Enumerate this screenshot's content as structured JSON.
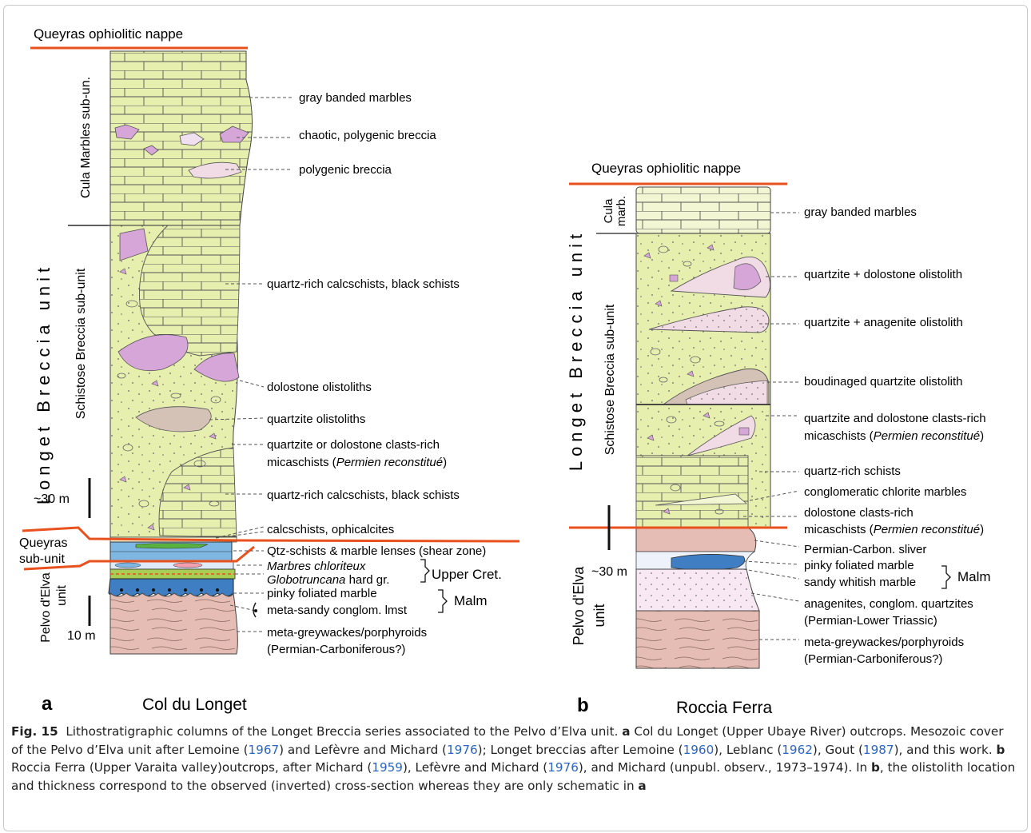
{
  "colors": {
    "schist_green": "#e6efae",
    "marble_pale": "#f3f6d2",
    "dolostone_purple": "#d7a6d9",
    "quartzite_pink": "#f1dbe4",
    "quartzite_grey": "#d5c2b6",
    "permian_pink": "#e6bdb5",
    "anagenite_pink": "#f7e8f3",
    "marble_blue": "#7fb7e3",
    "malm_blue": "#3f7ec3",
    "contact_orange": "#e8501e"
  },
  "column_a": {
    "panel_letter": "a",
    "locality": "Col du Longet",
    "top_label": "Queyras ophiolitic nappe",
    "unit_label": "Longet Breccia unit",
    "subunit_upper": "Cula Marbles sub-un.",
    "subunit_lower": "Schistose Breccia sub-unit",
    "queyras_sub1": "Queyras",
    "queyras_sub2": "sub-unit",
    "pelvo1": "Pelvo d'Elva",
    "pelvo2": "unit",
    "scale_big": "~30 m",
    "scale_small": "10 m",
    "age_upper_cret": "Upper Cret.",
    "age_malm": "Malm",
    "labels": [
      "gray banded marbles",
      "chaotic, polygenic breccia",
      "polygenic breccia",
      "quartz-rich calcschists, black schists",
      "dolostone olistoliths",
      "quartzite olistoliths",
      "quartzite or dolostone clasts-rich",
      "micaschists (",
      "Permien reconstitué",
      ")",
      "quartz-rich calcschists, black schists",
      "calcschists, ophicalcites",
      "Qtz-schists & marble lenses (shear zone)",
      "Marbres chloriteux",
      "Globotruncana",
      " hard gr.",
      "pinky foliated marble",
      "meta-sandy conglom. lmst",
      "meta-greywackes/porphyroids",
      "(Permian-Carboniferous?)"
    ]
  },
  "column_b": {
    "panel_letter": "b",
    "locality": "Roccia Ferra",
    "top_label": "Queyras ophiolitic nappe",
    "unit_label": "Longet Breccia unit",
    "subunit_upper1": "Cula",
    "subunit_upper2": "marb.",
    "subunit_lower": "Schistose Breccia sub-unit",
    "pelvo1": "Pelvo d'Elva",
    "pelvo2": "unit",
    "scale": "~30 m",
    "age_malm": "Malm",
    "labels": [
      "gray banded marbles",
      "quartzite + dolostone olistolith",
      "quartzite + anagenite olistolith",
      "boudinaged quartzite olistolith",
      "quartzite and dolostone clasts-rich",
      "micaschists (",
      "Permien reconstitué",
      ")",
      "quartz-rich schists",
      "conglomeratic chlorite marbles",
      "dolostone clasts-rich",
      "micaschists (",
      "Permien reconstitué",
      ")",
      "Permian-Carbon. sliver",
      "pinky foliated marble",
      "sandy whitish marble",
      "anagenites, conglom. quartzites",
      "(Permian-Lower Triassic)",
      "meta-greywackes/porphyroids",
      "(Permian-Carboniferous?)"
    ]
  },
  "caption": {
    "label": "Fig. 15",
    "t1": "Lithostratigraphic columns of the Longet Breccia series associated to the Pelvo d’Elva unit. ",
    "t2": "a",
    "t3": " Col du Longet (Upper Ubaye River) outcrops. Mesozoic cover of the Pelvo d’Elva unit after Lemoine (",
    "r1": "1967",
    "t4": ") and Lefèvre and Michard (",
    "r2": "1976",
    "t5": "); Longet breccias after Lemoine (",
    "r3": "1960",
    "t6": "), Leblanc (",
    "r4": "1962",
    "t7": "), Gout (",
    "r5": "1987",
    "t8": "), and this work. ",
    "t9": "b",
    "t10": " Roccia Ferra (Upper Varaita valley)outcrops, after Michard (",
    "r6": "1959",
    "t11": "), Lefèvre and Michard (",
    "r7": "1976",
    "t12": "), and Michard (unpubl. observ., 1973–1974). In ",
    "t13": "b",
    "t14": ", the olistolith location and thickness correspond to the observed (inverted) cross-section whereas they are only schematic in ",
    "t15": "a"
  }
}
